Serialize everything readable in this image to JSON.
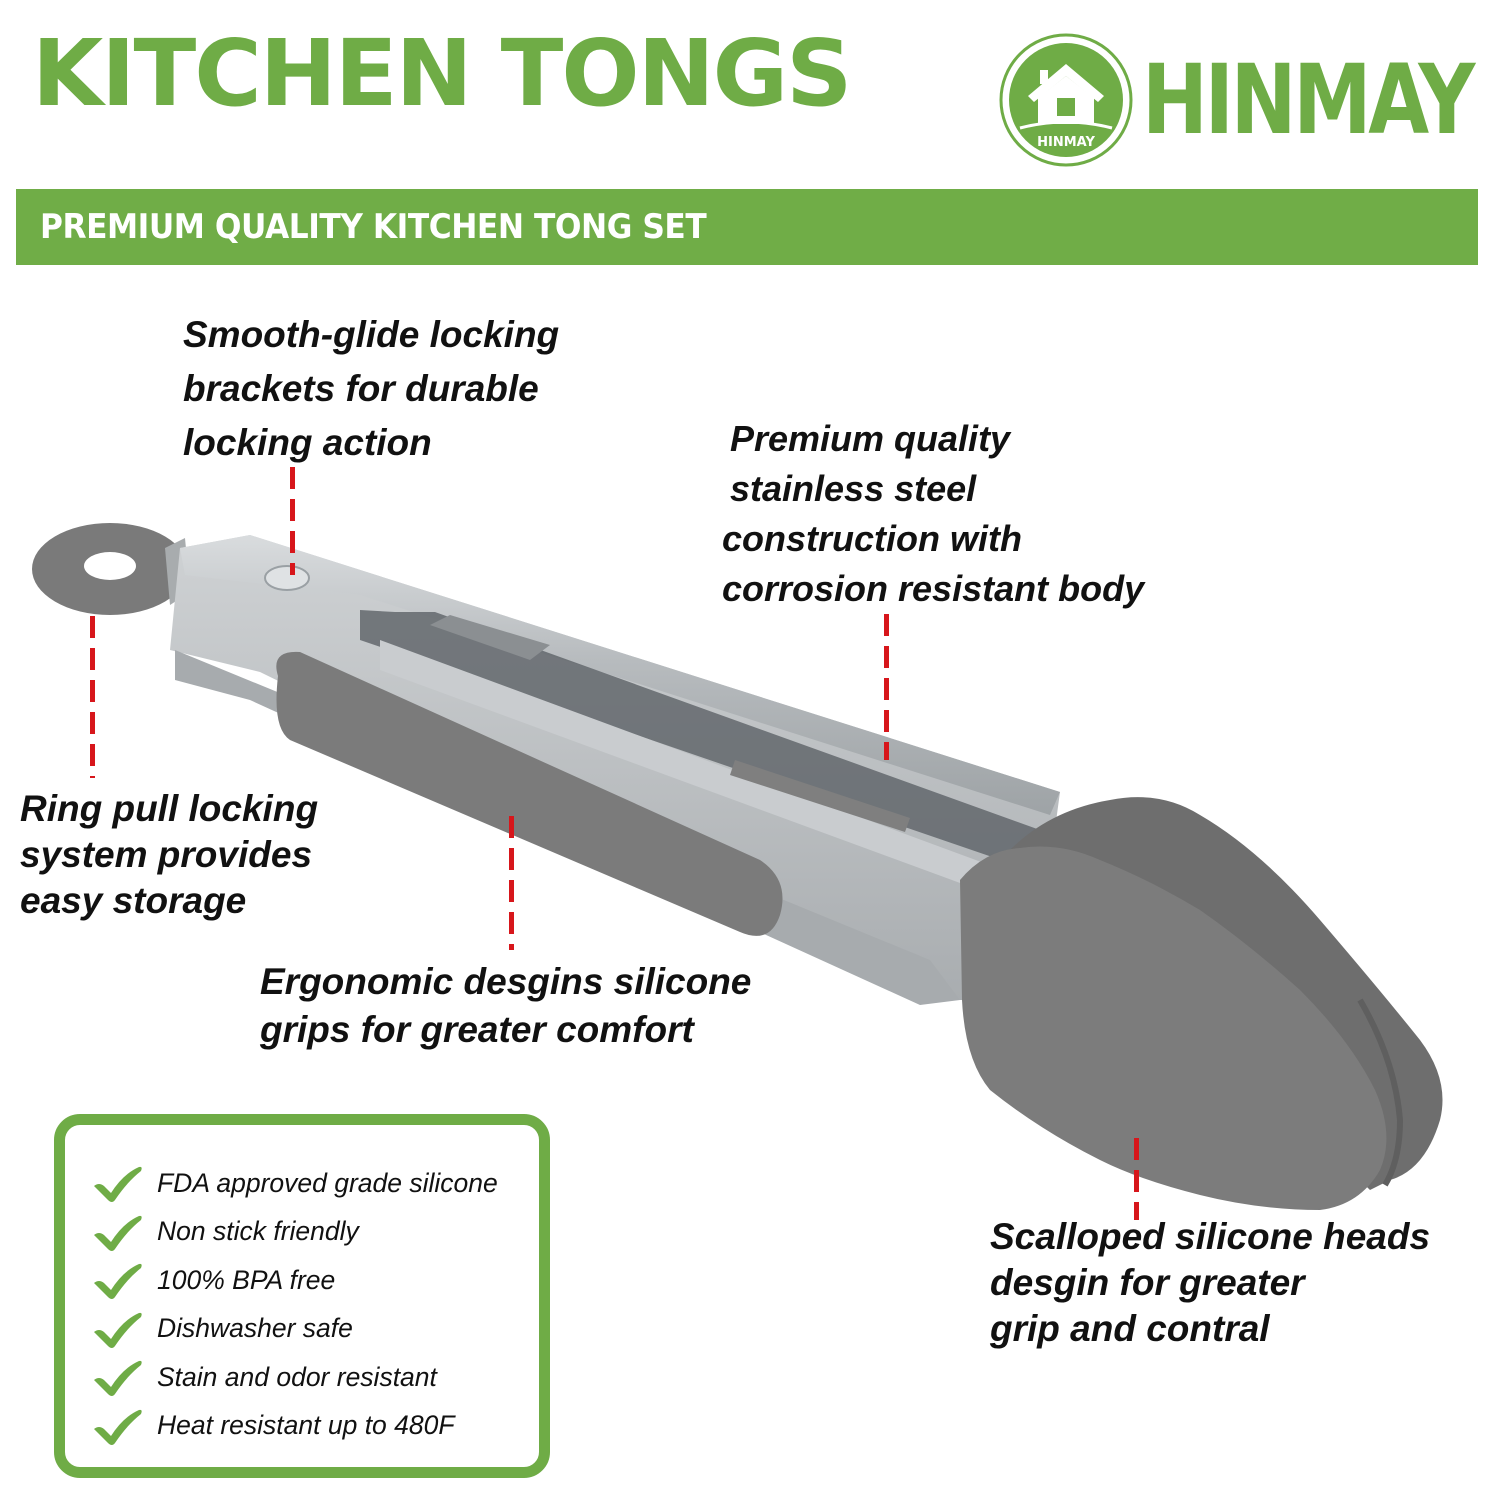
{
  "header": {
    "title": "KITCHEN TONGS",
    "brand": {
      "name": "HINMAY",
      "badge_text": "HINMAY",
      "icon": "house-logo-icon",
      "color": "#6fac46"
    }
  },
  "banner": {
    "text": "PREMIUM QUALITY KITCHEN TONG SET",
    "background": "#70ad47",
    "text_color": "#ffffff"
  },
  "product": {
    "name": "Kitchen tongs",
    "materials": {
      "body": "stainless steel",
      "grips_and_heads": "grey silicone"
    },
    "colors": {
      "silicone": "#7d7d7d",
      "steel": "#bfc3c6",
      "leader_line": "#d7161b"
    }
  },
  "callouts": {
    "brackets": {
      "lines": [
        "Smooth-glide locking",
        "brackets for durable",
        "locking action"
      ]
    },
    "steel": {
      "lines": [
        "Premium quality",
        "stainless steel",
        "construction with",
        "corrosion resistant body"
      ]
    },
    "ring": {
      "lines": [
        "Ring pull locking",
        "system provides",
        "easy storage"
      ]
    },
    "grips": {
      "lines": [
        "Ergonomic desgins silicone",
        "grips for greater comfort"
      ]
    },
    "heads": {
      "lines": [
        "Scalloped silicone heads",
        "desgin for greater",
        "grip and contral"
      ]
    }
  },
  "features": {
    "icon": "checkmark-icon",
    "accent": "#6fac46",
    "items": [
      "FDA  approved grade silicone",
      "Non stick friendly",
      "100% BPA free",
      "Dishwasher safe",
      "Stain and odor resistant",
      "Heat resistant up to 480F"
    ]
  }
}
